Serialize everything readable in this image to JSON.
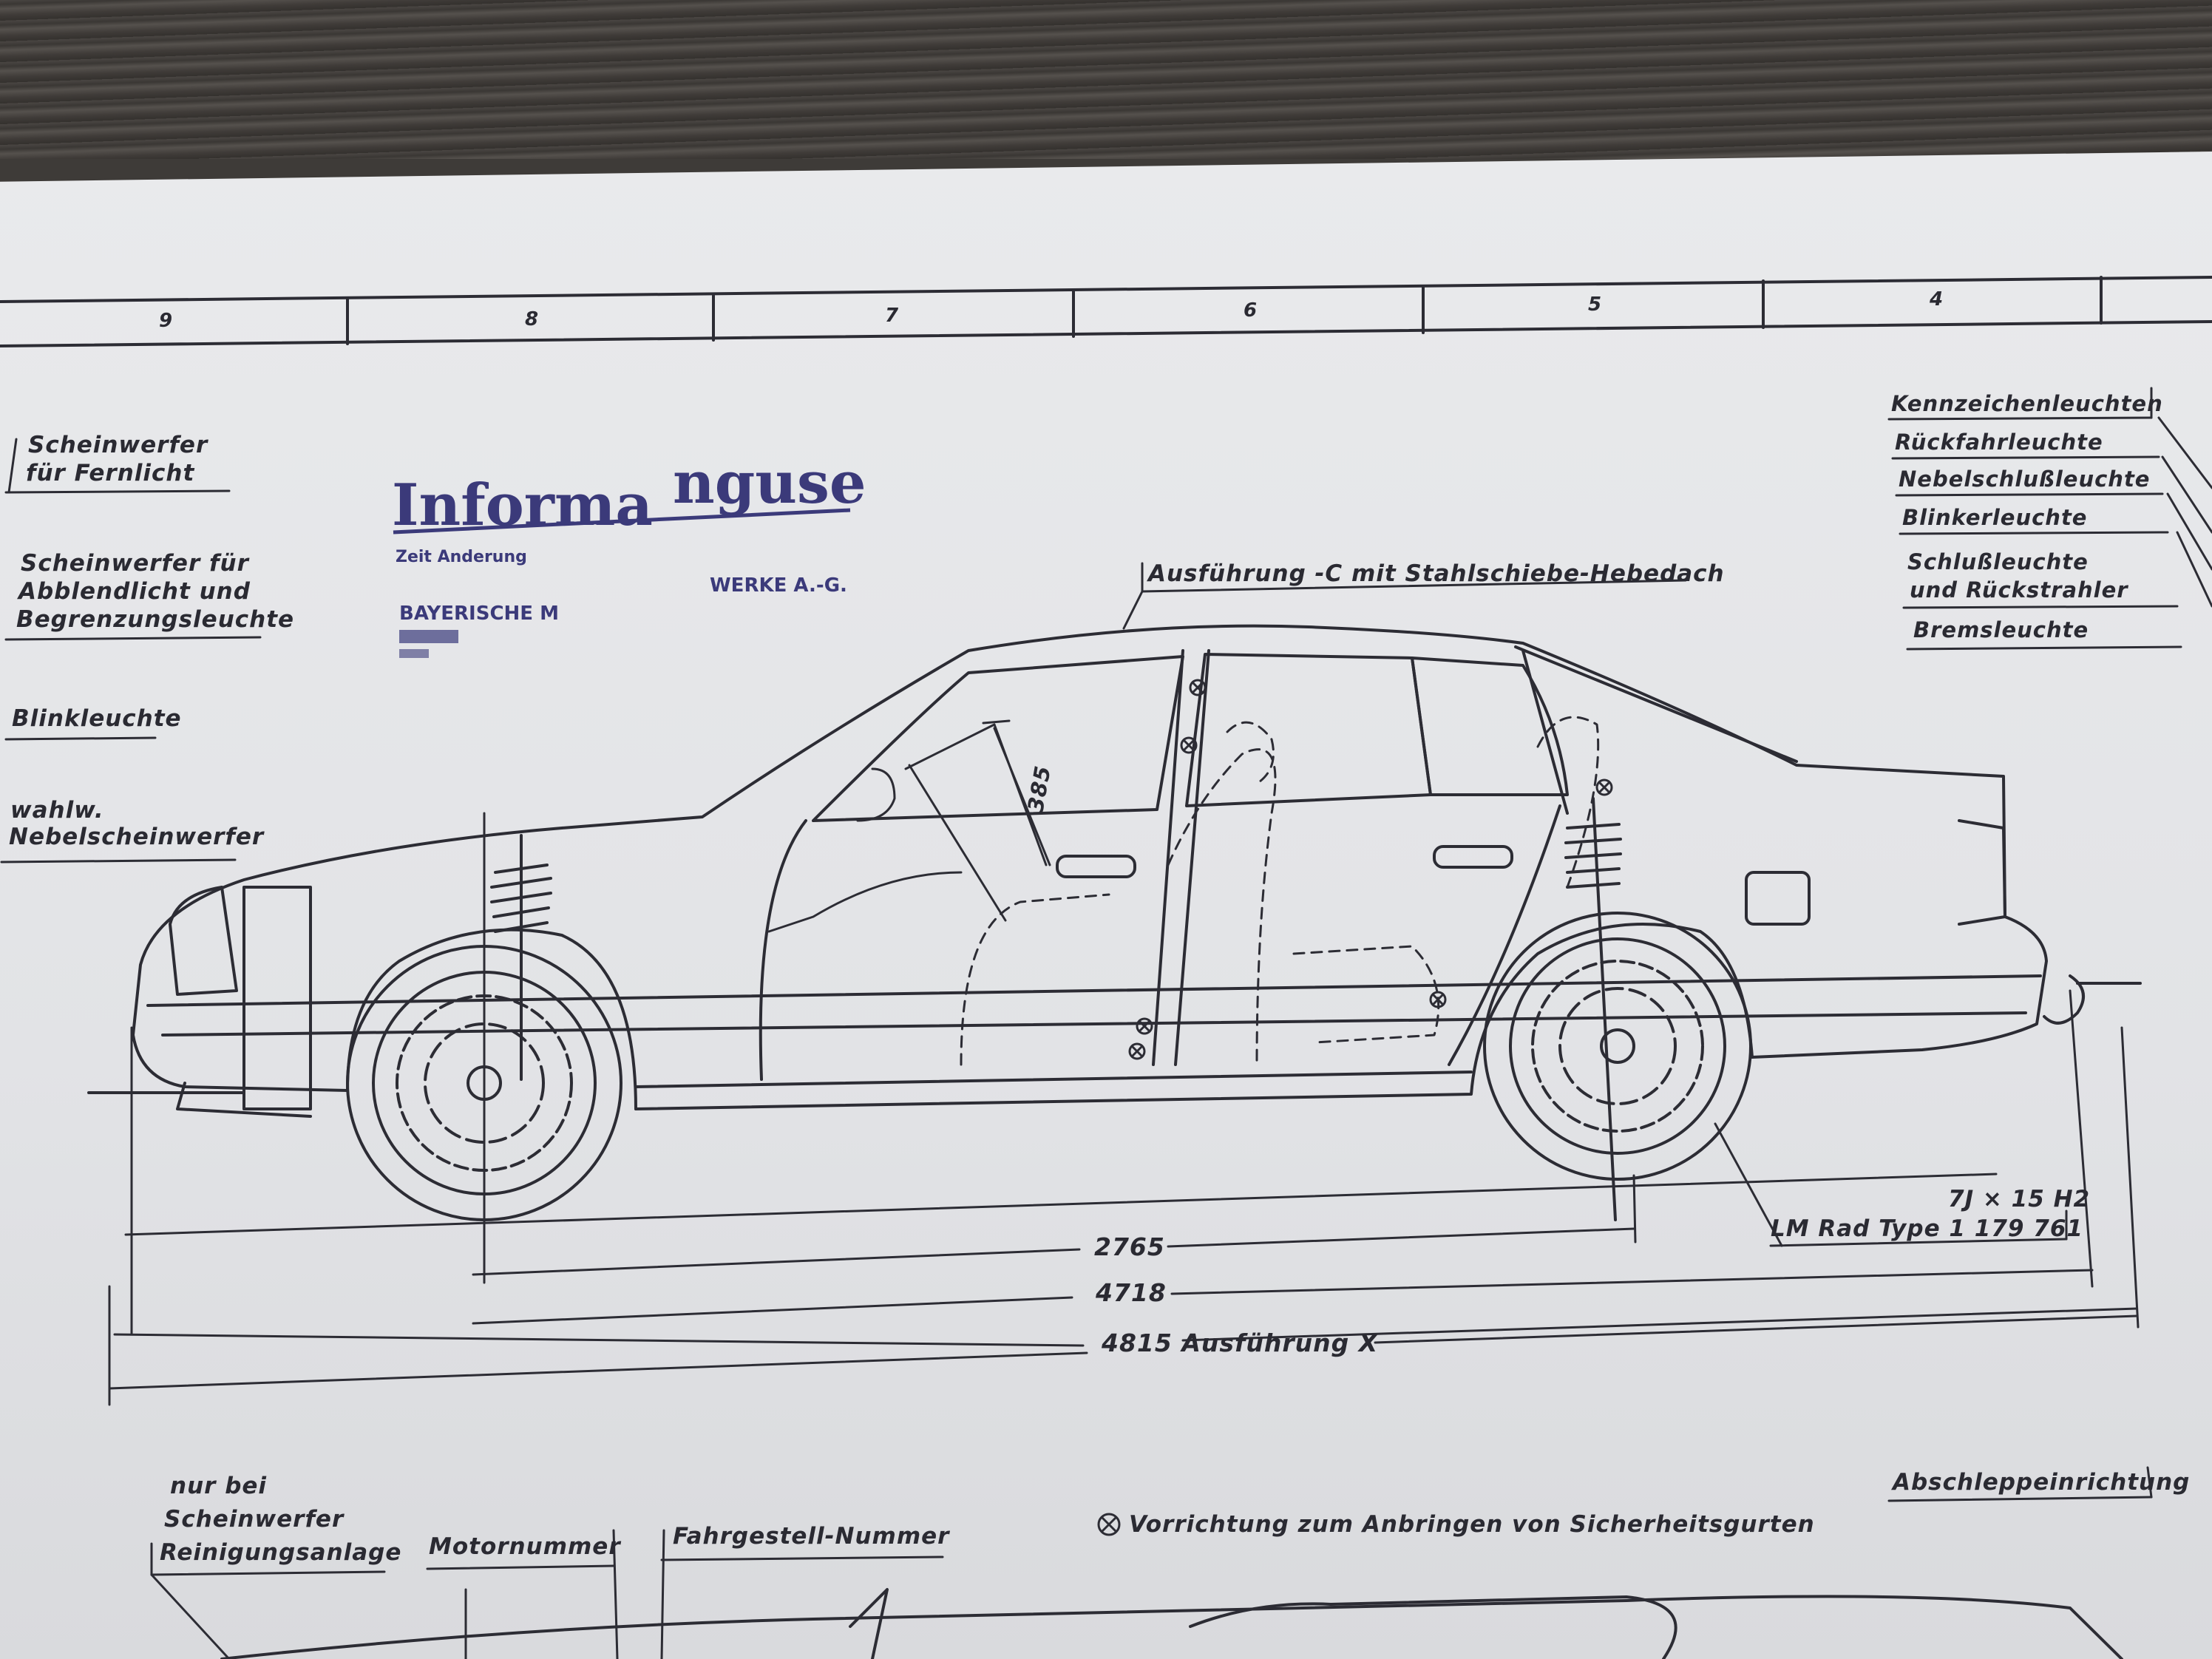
{
  "grid_numbers": [
    "9",
    "8",
    "7",
    "6",
    "5",
    "4"
  ],
  "left_labels": {
    "fernlicht": [
      "Scheinwerfer",
      "für Fernlicht"
    ],
    "abblendlicht": [
      "Scheinwerfer für",
      "Abblendlicht und",
      "Begrenzungsleuchte"
    ],
    "blinkleuchte": [
      "Blinkleuchte"
    ],
    "nebel": [
      "wahlw.",
      "Nebelscheinwerfer"
    ]
  },
  "right_labels": [
    "Kennzeichenleuchten",
    "Rückfahrleuchte",
    "Nebelschlußleuchte",
    "Blinkerleuchte",
    "Schlußleuchte",
    "und Rückstrahler",
    "Bremsleuchte"
  ],
  "roof_label": "Ausführung -C mit Stahlschiebe-Hebedach",
  "stamp": {
    "title": "Informa",
    "title_tail": "nguse",
    "line1": "Zeit Anderung",
    "line2": "BAYERISCHE M",
    "line2_tail": "WERKE A.-G."
  },
  "dimension_385": "385",
  "wheel": [
    "7J × 15 H2",
    "LM Rad Type 1 179 761"
  ],
  "dimensions": {
    "wheelbase": "2765",
    "length": "4718",
    "length_x": "4815 Ausführung X"
  },
  "bottom_labels": {
    "reinigung": [
      "nur bei",
      "Scheinwerfer",
      "Reinigungsanlage"
    ],
    "motornummer": "Motornummer",
    "fahrgestell": "Fahrgestell-Nummer",
    "gurte": "Vorrichtung zum Anbringen von Sicherheitsgurten",
    "abschlepp": "Abschleppeinrichtung"
  }
}
